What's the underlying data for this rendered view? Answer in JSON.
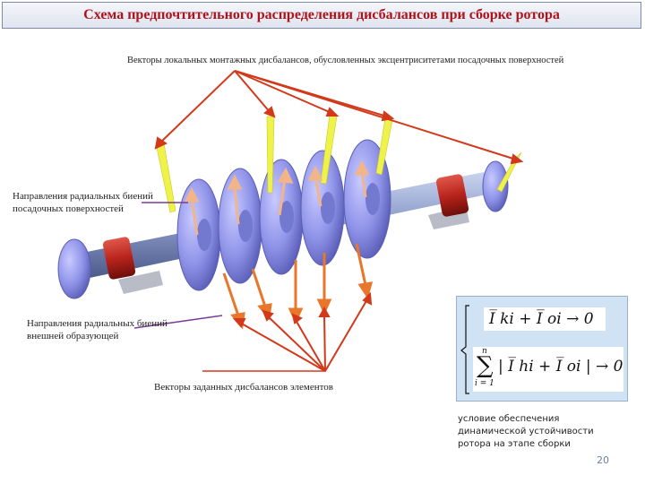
{
  "title": "Схема предпочтительного распределения дисбалансов при сборке ротора",
  "labels": {
    "top_vectors": "Векторы локальных монтажных дисбалансов, обусловленных эксцентриситетами посадочных поверхностей",
    "radial_seat_1": "Направления радиальных биений",
    "radial_seat_2": "посадочных поверхностей",
    "radial_outer_1": "Направления радиальных биений",
    "radial_outer_2": "внешней образующей",
    "element_vectors": "Векторы заданных дисбалансов элементов"
  },
  "formula": {
    "eq1": "I̅ ki + I̅ oi → 0",
    "sum_top": "n",
    "sum_bottom": "i = 1",
    "eq2": "| I̅ hi + I̅ oi | → 0"
  },
  "note": "условие обеспечения динамической устойчивости ротора на этапе сборки",
  "page_number": "20",
  "colors": {
    "title": "#b0121b",
    "arrow": "#d2391b",
    "disk": "#8f93e8",
    "shaft": "#8c9cc8",
    "bearing": "#b8241c",
    "yellow": "#eef24a",
    "pink": "#f2b58a",
    "formula_bg": "#cfe3f5"
  }
}
